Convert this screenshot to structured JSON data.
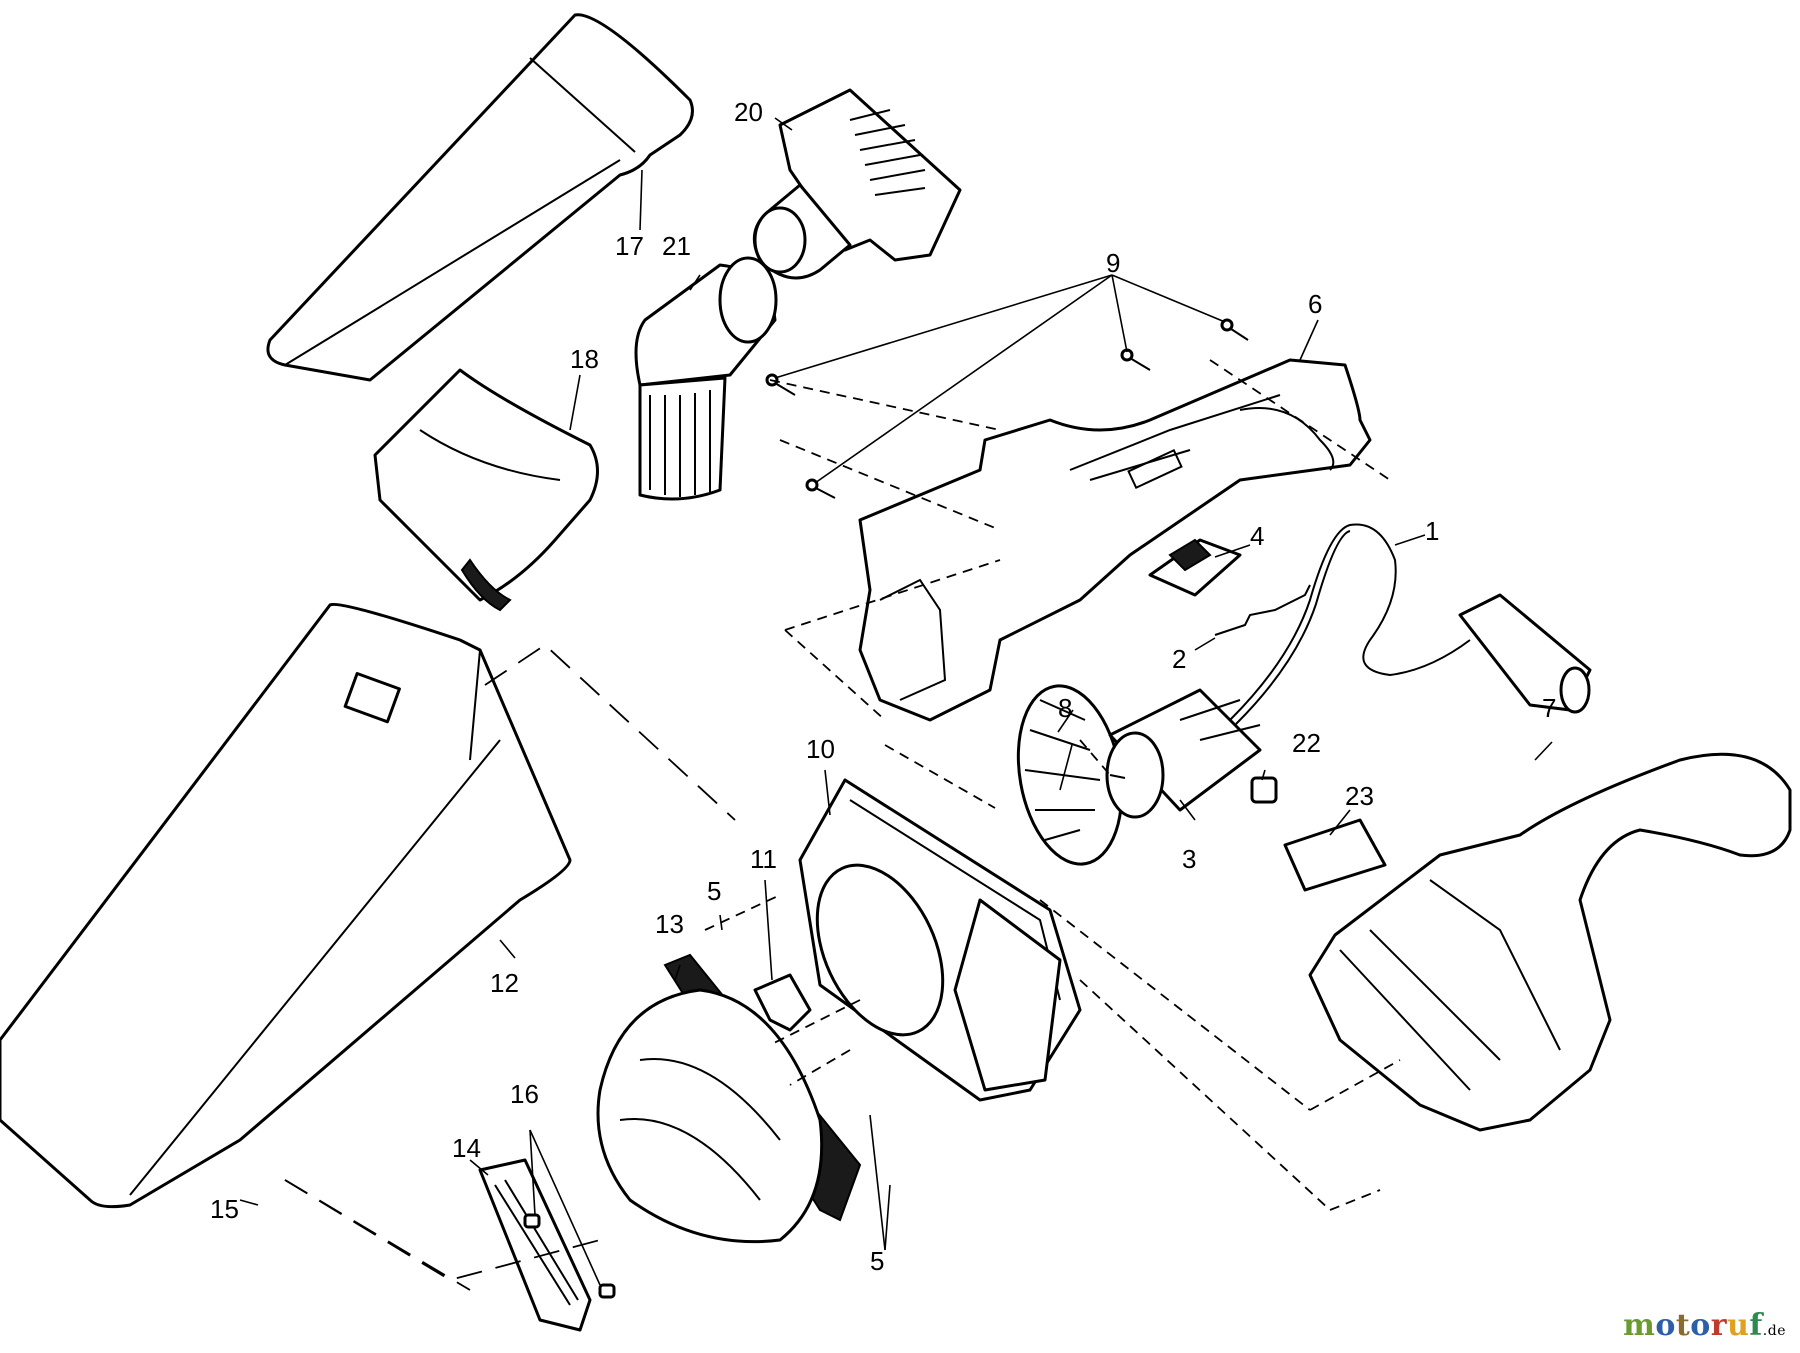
{
  "callouts": [
    {
      "id": "1",
      "label": "1"
    },
    {
      "id": "2",
      "label": "2"
    },
    {
      "id": "3",
      "label": "3"
    },
    {
      "id": "4",
      "label": "4"
    },
    {
      "id": "5a",
      "label": "5"
    },
    {
      "id": "5b",
      "label": "5"
    },
    {
      "id": "6",
      "label": "6"
    },
    {
      "id": "7",
      "label": "7"
    },
    {
      "id": "8",
      "label": "8"
    },
    {
      "id": "9",
      "label": "9"
    },
    {
      "id": "10",
      "label": "10"
    },
    {
      "id": "11",
      "label": "11"
    },
    {
      "id": "12",
      "label": "12"
    },
    {
      "id": "13",
      "label": "13"
    },
    {
      "id": "14",
      "label": "14"
    },
    {
      "id": "15",
      "label": "15"
    },
    {
      "id": "16",
      "label": "16"
    },
    {
      "id": "17",
      "label": "17"
    },
    {
      "id": "18",
      "label": "18"
    },
    {
      "id": "20",
      "label": "20"
    },
    {
      "id": "21",
      "label": "21"
    },
    {
      "id": "22",
      "label": "22"
    },
    {
      "id": "23",
      "label": "23"
    }
  ],
  "watermark": {
    "text": "motoruf",
    "suffix": ".de",
    "letter_colors": [
      "#6a9b2e",
      "#2d5fa8",
      "#8a6a2e",
      "#2d5fa8",
      "#c0392b",
      "#e0a020",
      "#2d8a4e"
    ]
  }
}
